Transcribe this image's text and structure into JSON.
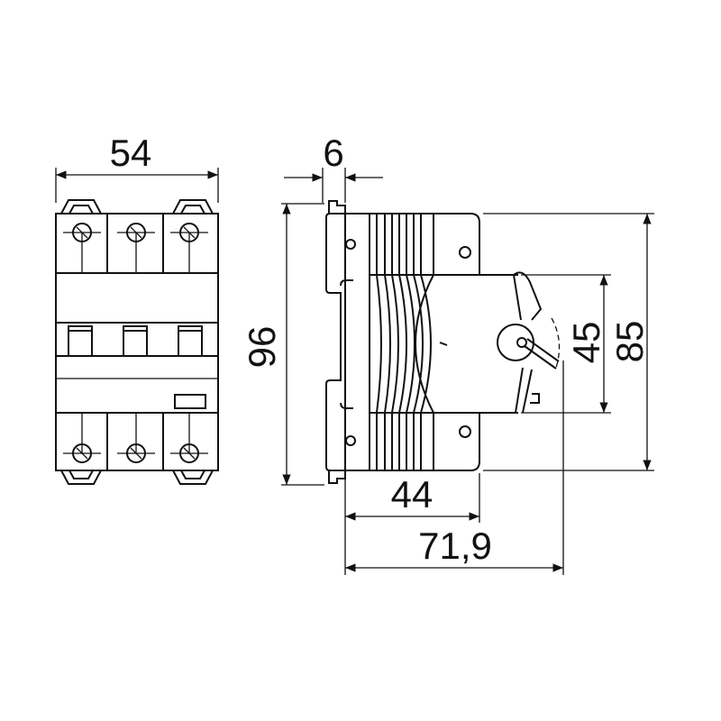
{
  "title": "Circuit breaker dimensional drawing",
  "dimensions": {
    "width": "54",
    "din_clip": "6",
    "height": "96",
    "body_height": "85",
    "handle_window": "45",
    "depth_body": "44",
    "depth_total": "71,9"
  },
  "colors": {
    "line": "#111111",
    "background": "#ffffff"
  }
}
